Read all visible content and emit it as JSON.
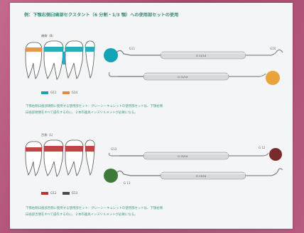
{
  "heading": "例：下顎右側臼歯部セクスタント（6 分割・1/3 顎）への使用部セットの使用",
  "top": {
    "caption": "頬側（B）",
    "legend": [
      {
        "label": "G11",
        "color": "#12a3b7"
      },
      {
        "label": "G14",
        "color": "#e28c3b"
      }
    ],
    "instruments": [
      {
        "left_tag": "G11",
        "right_tag": "G14",
        "label": "G 11/14"
      },
      {
        "left_tag": "",
        "right_tag": "",
        "label": "G 11/14"
      }
    ],
    "desc_line1": "下顎右側臼歯部頬側に使用する使用部セット：グレーシーキュレットの使用部セットは、下顎右側",
    "desc_line2": "臼歯部頬側をすべて操作するのに、２本の器具インスツルメントが必要になる。",
    "ball_colors": [
      "#12a3b7",
      "#e8a33a"
    ]
  },
  "bottom": {
    "caption": "舌側（L）",
    "legend": [
      {
        "label": "G12",
        "color": "#b8302f"
      },
      {
        "label": "G13",
        "color": "#4a4a4a"
      }
    ],
    "instruments": [
      {
        "left_tag": "G13",
        "right_tag": "G 12",
        "label": "G 13/14"
      },
      {
        "left_tag": "G 13",
        "right_tag": "",
        "label": "G 13/14"
      }
    ],
    "desc_line1": "下顎右側臼歯部舌側に使用する使用部セット：グレーシーキュレットの使用部セットは、下顎右側",
    "desc_line2": "臼歯部舌側をすべて操作するのに、２本の器具インスツルメントが必要になる。",
    "ball_colors": [
      "#7a2a2a",
      "#3f7a3a"
    ]
  }
}
